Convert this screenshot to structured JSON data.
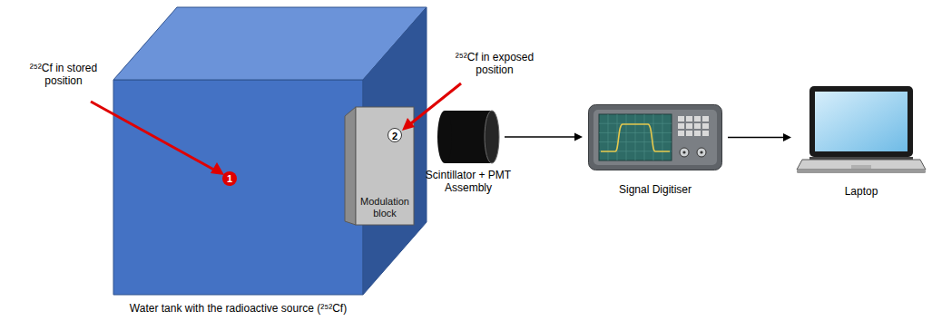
{
  "diagram": {
    "nodes": [
      {
        "text": [
          "Water tank with the radioactive source (²⁵²Cf)"
        ]
      },
      {
        "text": [
          "Modulation block"
        ],
        "in": 0
      },
      {
        "text": [
          "Scintillator + PMT Assembly"
        ]
      },
      {
        "text": [
          "Signal Digitiser"
        ]
      },
      {
        "text": [
          "Laptop"
        ]
      }
    ],
    "edges": [
      {
        "from": 2,
        "to": 3,
        "arrow": "to"
      },
      {
        "from": 3,
        "to": 4,
        "arrow": "to"
      }
    ],
    "labels": [
      "²⁵²Cf in stored position",
      "²⁵²Cf in exposed position",
      "1",
      "2"
    ]
  }
}
